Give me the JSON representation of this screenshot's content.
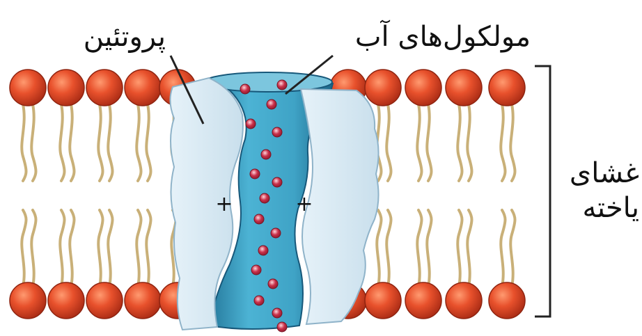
{
  "labels": {
    "protein": "پروتئین",
    "water_molecules": "مولکول‌های آب",
    "membrane_line1": "غشای",
    "membrane_line2": "یاخته"
  },
  "channel_signs": [
    "+",
    "+"
  ],
  "colors": {
    "head": "#e8512c",
    "head_dark": "#b8321a",
    "tail": "#c9b078",
    "protein": "#d3e6f2",
    "protein_edge": "#8fb3c9",
    "channel": "#3fa3c6",
    "channel_dark": "#1f6f93",
    "water_dot": "#c9304a",
    "line": "#222222"
  }
}
